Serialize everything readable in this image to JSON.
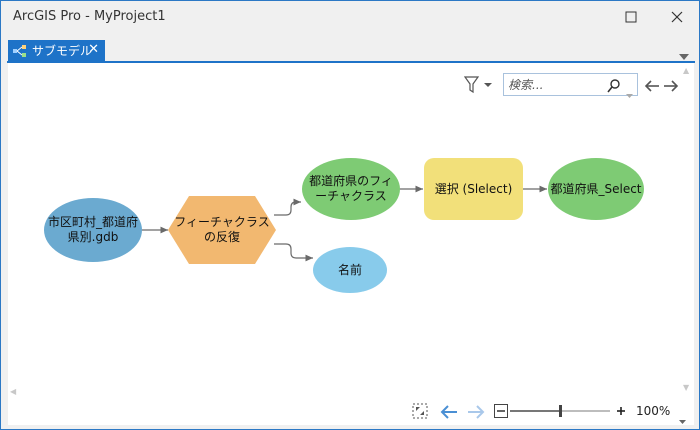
{
  "window": {
    "title": "ArcGIS Pro - MyProject1"
  },
  "tab": {
    "label": "サブモデル",
    "close_glyph": "✕"
  },
  "toolbar": {
    "search_placeholder": "検索..."
  },
  "model": {
    "input_gdb": "市区町村_都道府県別.gdb",
    "iterator": "フィーチャクラスの反復",
    "feature_class": "都道府県のフィーチャクラス",
    "name_var": "名前",
    "select_tool": "選択 (Slelect)",
    "output": "都道府県_Select"
  },
  "footer": {
    "zoom_value": "100%"
  },
  "colors": {
    "input_data": "#6baad0",
    "iterator": "#f2b870",
    "derived_data": "#7ecb74",
    "tool": "#f2e07a",
    "variable": "#88cbeb",
    "accent": "#1e73c8"
  },
  "icons": {
    "filter": "filter-icon",
    "search": "search-icon",
    "back": "arrow-left-icon",
    "forward": "arrow-right-icon",
    "full_extent": "full-extent-icon",
    "zoom_out": "zoom-out-icon",
    "zoom_in": "zoom-in-icon"
  }
}
